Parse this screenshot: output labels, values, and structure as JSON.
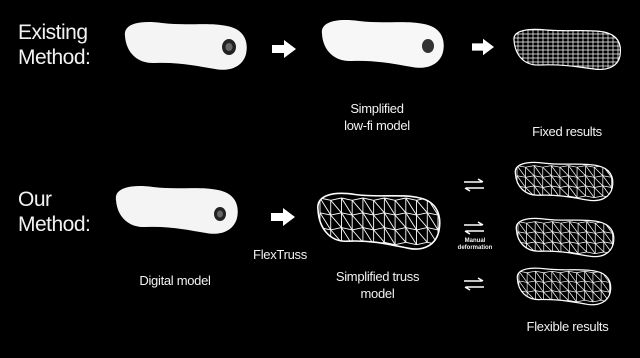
{
  "labels": {
    "existing_method": "Existing\nMethod:",
    "our_method": "Our\nMethod:",
    "simplified_lowfi": "Simplified\nlow-fi model",
    "fixed_results": "Fixed results",
    "digital_model": "Digital model",
    "flextruss": "FlexTruss",
    "simplified_truss": "Simplified truss\nmodel",
    "manual_deformation": "Manual\ndeformation",
    "flexible_results": "Flexible results"
  },
  "colors": {
    "background": "#000000",
    "model_fill": "#f4f4f4",
    "truss_stroke": "#ffffff",
    "text": "#f2f2f2"
  },
  "icons": {
    "step_arrow": "right-arrow-icon",
    "swap_arrow": "bidirectional-arrow-icon"
  }
}
